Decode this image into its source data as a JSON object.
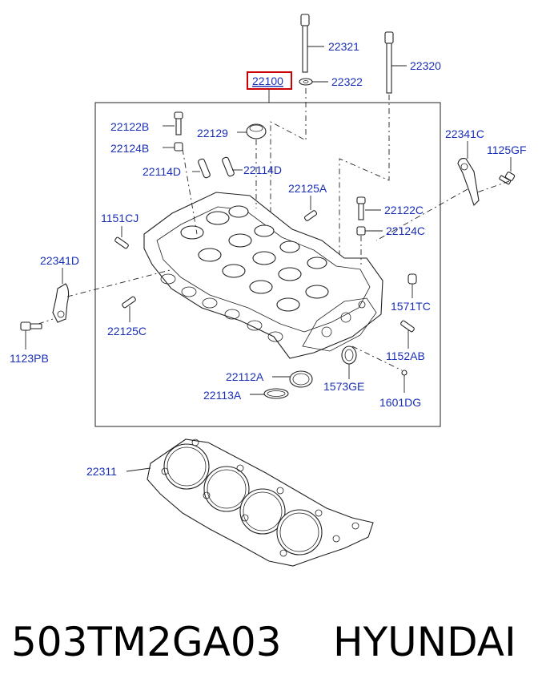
{
  "main_part": {
    "number": "22100",
    "highlight_color": "#cc0000"
  },
  "labels": {
    "p22321": "22321",
    "p22320": "22320",
    "p22322": "22322",
    "p22122B": "22122B",
    "p22124B": "22124B",
    "p22129": "22129",
    "p22114D_a": "22114D",
    "p22114D_b": "22114D",
    "p22125A": "22125A",
    "p1151CJ": "1151CJ",
    "p22122C": "22122C",
    "p22124C": "22124C",
    "p22341D": "22341D",
    "p22341C": "22341C",
    "p1125GF": "1125GF",
    "p1571TC": "1571TC",
    "p22125C": "22125C",
    "p1123PB": "1123PB",
    "p1152AB": "1152AB",
    "p22112A": "22112A",
    "p1573GE": "1573GE",
    "p22113A": "22113A",
    "p1601DG": "1601DG",
    "p22311": "22311"
  },
  "footer": {
    "code": "503TM2GA03",
    "brand": "HYUNDAI"
  },
  "colors": {
    "label": "#1a2fb8",
    "line": "#222222",
    "highlight": "#cc0000"
  }
}
